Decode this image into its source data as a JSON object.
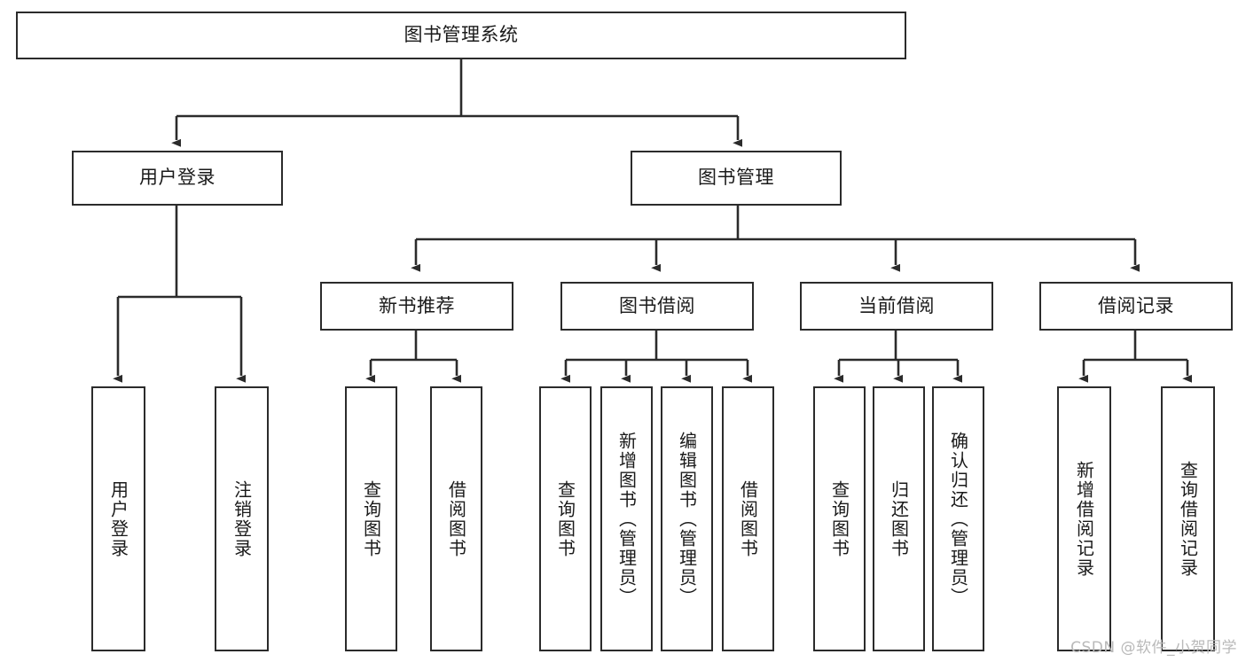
{
  "diagram": {
    "title": "图书管理系统",
    "type": "hierarchy-tree",
    "levels": 4,
    "root": {
      "id": "root",
      "label": "图书管理系统"
    },
    "level2": [
      {
        "id": "user-login",
        "label": "用户登录"
      },
      {
        "id": "book-manage",
        "label": "图书管理"
      }
    ],
    "level3": [
      {
        "id": "new-book-recommend",
        "label": "新书推荐",
        "parent": "book-manage"
      },
      {
        "id": "book-borrow",
        "label": "图书借阅",
        "parent": "book-manage"
      },
      {
        "id": "current-borrow",
        "label": "当前借阅",
        "parent": "book-manage"
      },
      {
        "id": "borrow-record",
        "label": "借阅记录",
        "parent": "book-manage"
      }
    ],
    "leaves": {
      "user_login": [
        {
          "id": "leaf-user-login",
          "label": "用户登录"
        },
        {
          "id": "leaf-logout",
          "label": "注销登录"
        }
      ],
      "new_book_recommend": [
        {
          "id": "leaf-query-book-1",
          "label": "查询图书"
        },
        {
          "id": "leaf-borrow-book-1",
          "label": "借阅图书"
        }
      ],
      "book_borrow": [
        {
          "id": "leaf-query-book-2",
          "label": "查询图书"
        },
        {
          "id": "leaf-add-book",
          "label": "新增图书（管理员）"
        },
        {
          "id": "leaf-edit-book",
          "label": "编辑图书（管理员）"
        },
        {
          "id": "leaf-borrow-book-2",
          "label": "借阅图书"
        }
      ],
      "current_borrow": [
        {
          "id": "leaf-query-book-3",
          "label": "查询图书"
        },
        {
          "id": "leaf-return-book",
          "label": "归还图书"
        },
        {
          "id": "leaf-confirm-return",
          "label": "确认归还（管理员）"
        }
      ],
      "borrow_record": [
        {
          "id": "leaf-add-record",
          "label": "新增借阅记录"
        },
        {
          "id": "leaf-query-record",
          "label": "查询借阅记录"
        }
      ]
    }
  },
  "watermark": {
    "text": "CSDN @软件_小贺同学"
  },
  "colors": {
    "stroke": "#2b2b2b",
    "fill": "#ffffff",
    "text": "#1a1a1a",
    "watermark": "#b9b9b9"
  }
}
